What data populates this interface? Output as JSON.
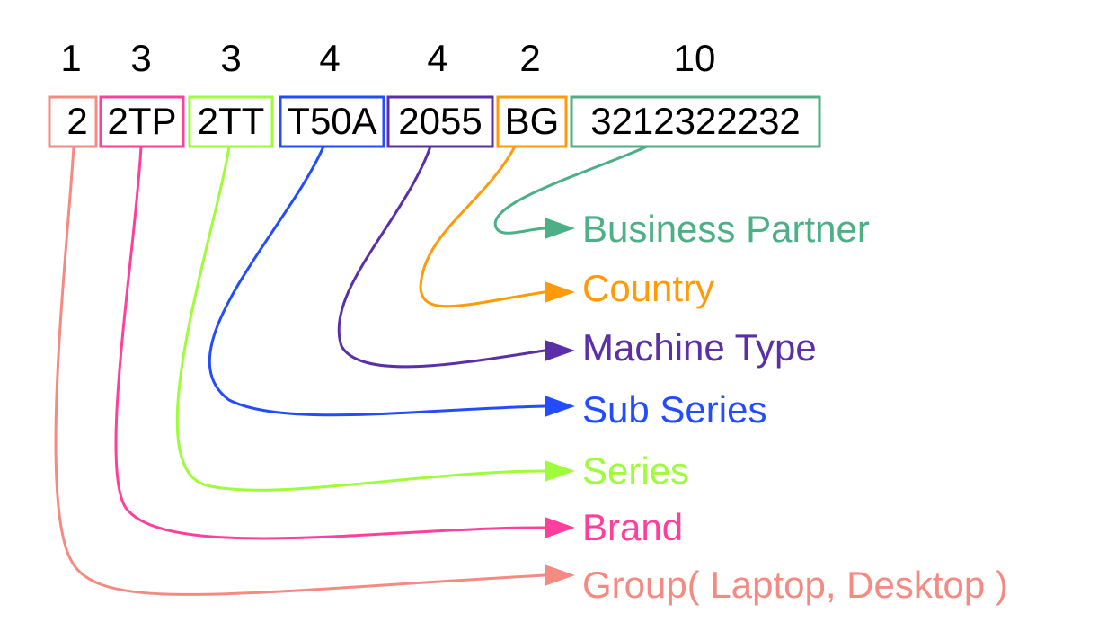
{
  "segments": [
    {
      "id": "group",
      "length": "1",
      "code": "2",
      "label": "Group( Laptop, Desktop )",
      "color": "#f48a82"
    },
    {
      "id": "brand",
      "length": "3",
      "code": "2TP",
      "label": "Brand",
      "color": "#ff3f9c"
    },
    {
      "id": "series",
      "length": "3",
      "code": "2TT",
      "label": "Series",
      "color": "#9efc3a"
    },
    {
      "id": "sub-series",
      "length": "4",
      "code": "T50A",
      "label": "Sub Series",
      "color": "#244cff"
    },
    {
      "id": "machine-type",
      "length": "4",
      "code": "2055",
      "label": "Machine Type",
      "color": "#5a2fa8"
    },
    {
      "id": "country",
      "length": "2",
      "code": "BG",
      "label": "Country",
      "color": "#ff9a0b"
    },
    {
      "id": "business-partner",
      "length": "10",
      "code": "3212322232",
      "label": "Business Partner",
      "color": "#4caf86"
    }
  ]
}
